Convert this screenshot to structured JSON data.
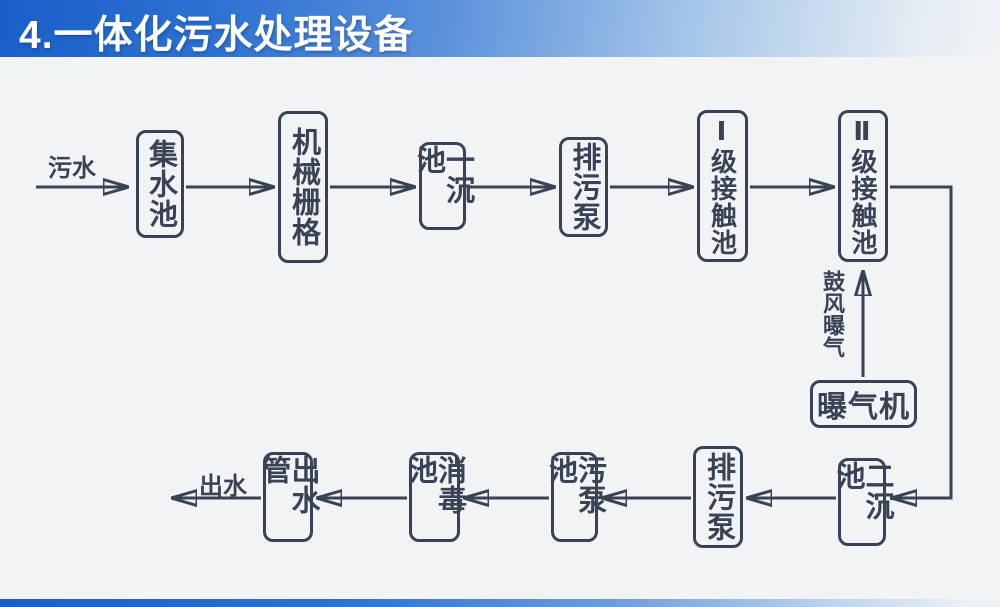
{
  "title": {
    "text": "4.一体化污水处理设备"
  },
  "colors": {
    "banner_blue": "#1a5ec8",
    "banner_fade": "#f1f3f5",
    "ink": "#3a4256",
    "background": "#f2f3f4"
  },
  "flow": {
    "inlet_label": "污水",
    "outlet_label": "出水",
    "aeration_label": "鼓风曝气",
    "nodes": {
      "collect_tank": "集水池",
      "mechanical_grid": "机械栅格",
      "primary_sedimentation": "一沉池",
      "sewage_pump_top": "排污泵",
      "level1_contact": "Ⅰ级接触池",
      "level2_contact": "Ⅱ级接触池",
      "aerator": "曝气机",
      "secondary_sedimentation": "二沉池",
      "sewage_pump_bottom": "排污泵",
      "sludge_pump_tank": "污泵池",
      "disinfection_tank": "消毒池",
      "outlet_pipe": "出水管"
    }
  }
}
